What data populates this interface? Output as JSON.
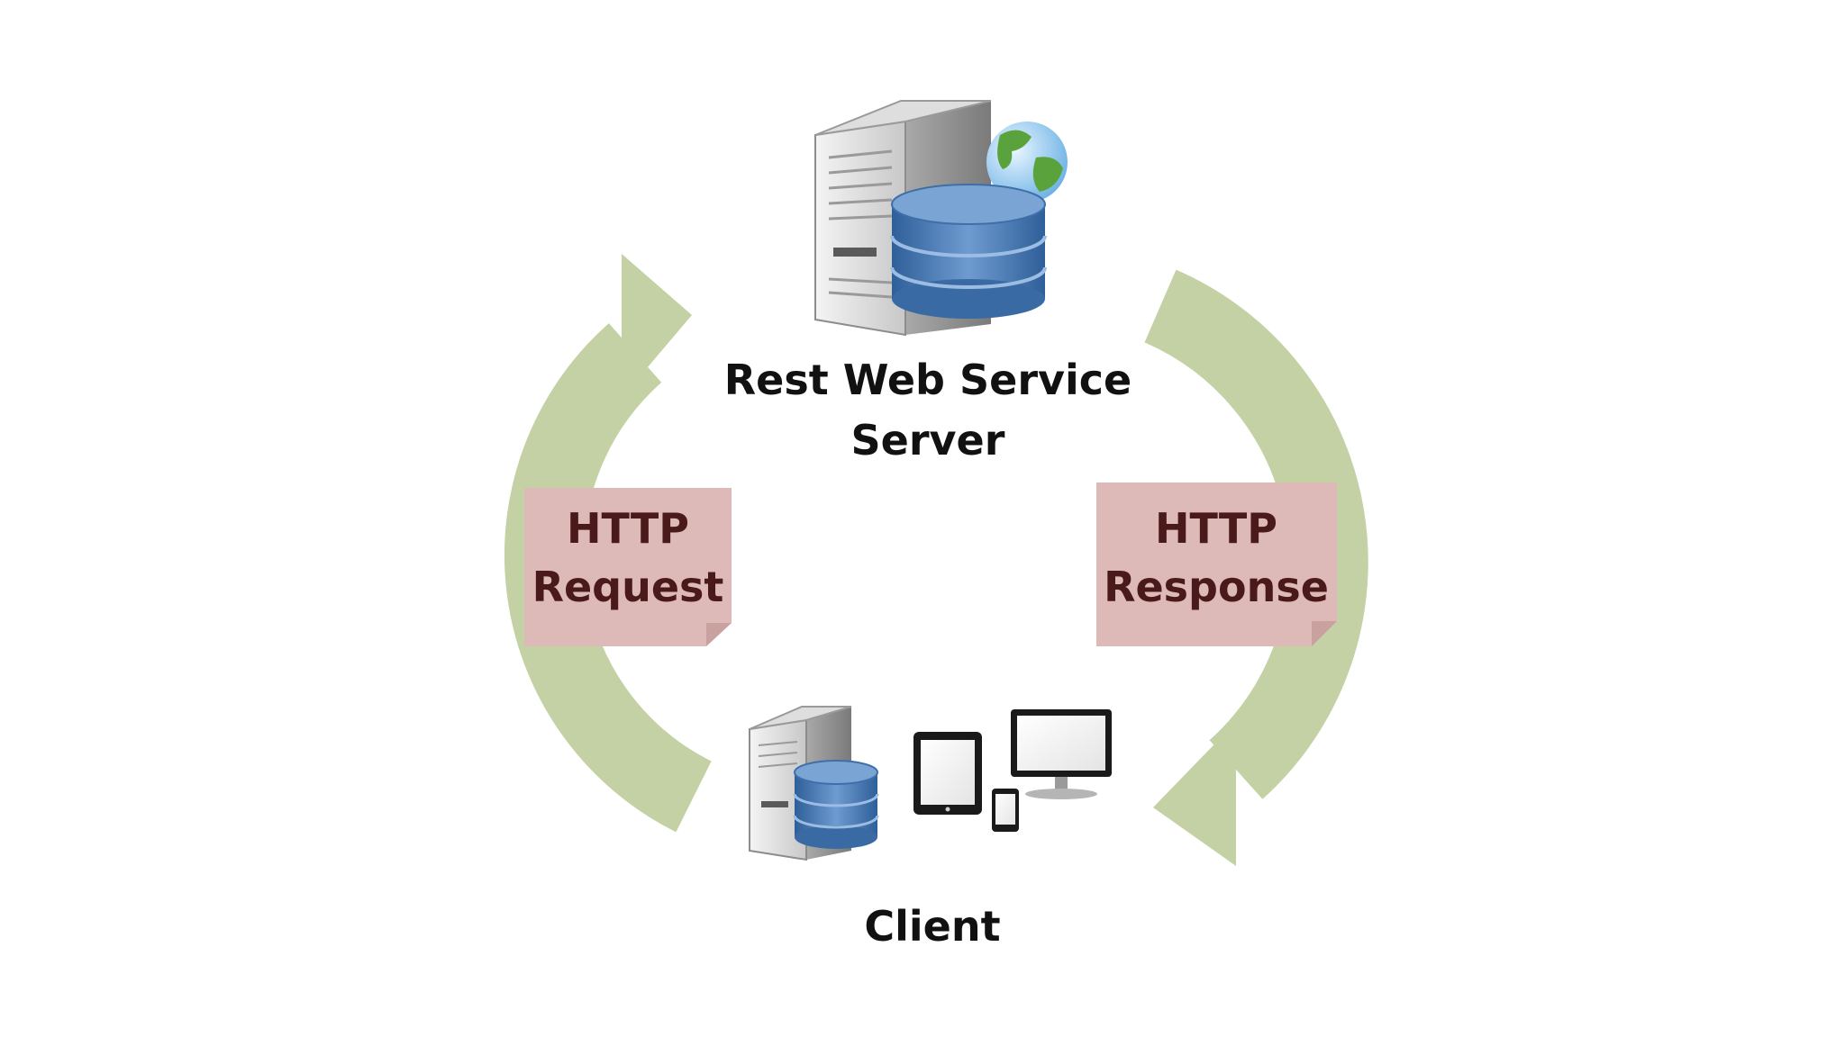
{
  "server": {
    "label_line1": "Rest Web Service",
    "label_line2": "Server",
    "icons": [
      "server-tower-icon",
      "database-icon",
      "globe-icon"
    ]
  },
  "client": {
    "label": "Client",
    "icons": [
      "server-tower-icon",
      "database-icon",
      "tablet-icon",
      "smartphone-icon",
      "desktop-monitor-icon"
    ]
  },
  "request": {
    "line1": "HTTP",
    "line2": "Request"
  },
  "response": {
    "line1": "HTTP",
    "line2": "Response"
  },
  "colors": {
    "arrow": "#c3d1a5",
    "note": "#ddb9b7",
    "note_fold": "#c9a19f",
    "db_top": "#6f95c4",
    "db_body": "#3f6fa8"
  }
}
